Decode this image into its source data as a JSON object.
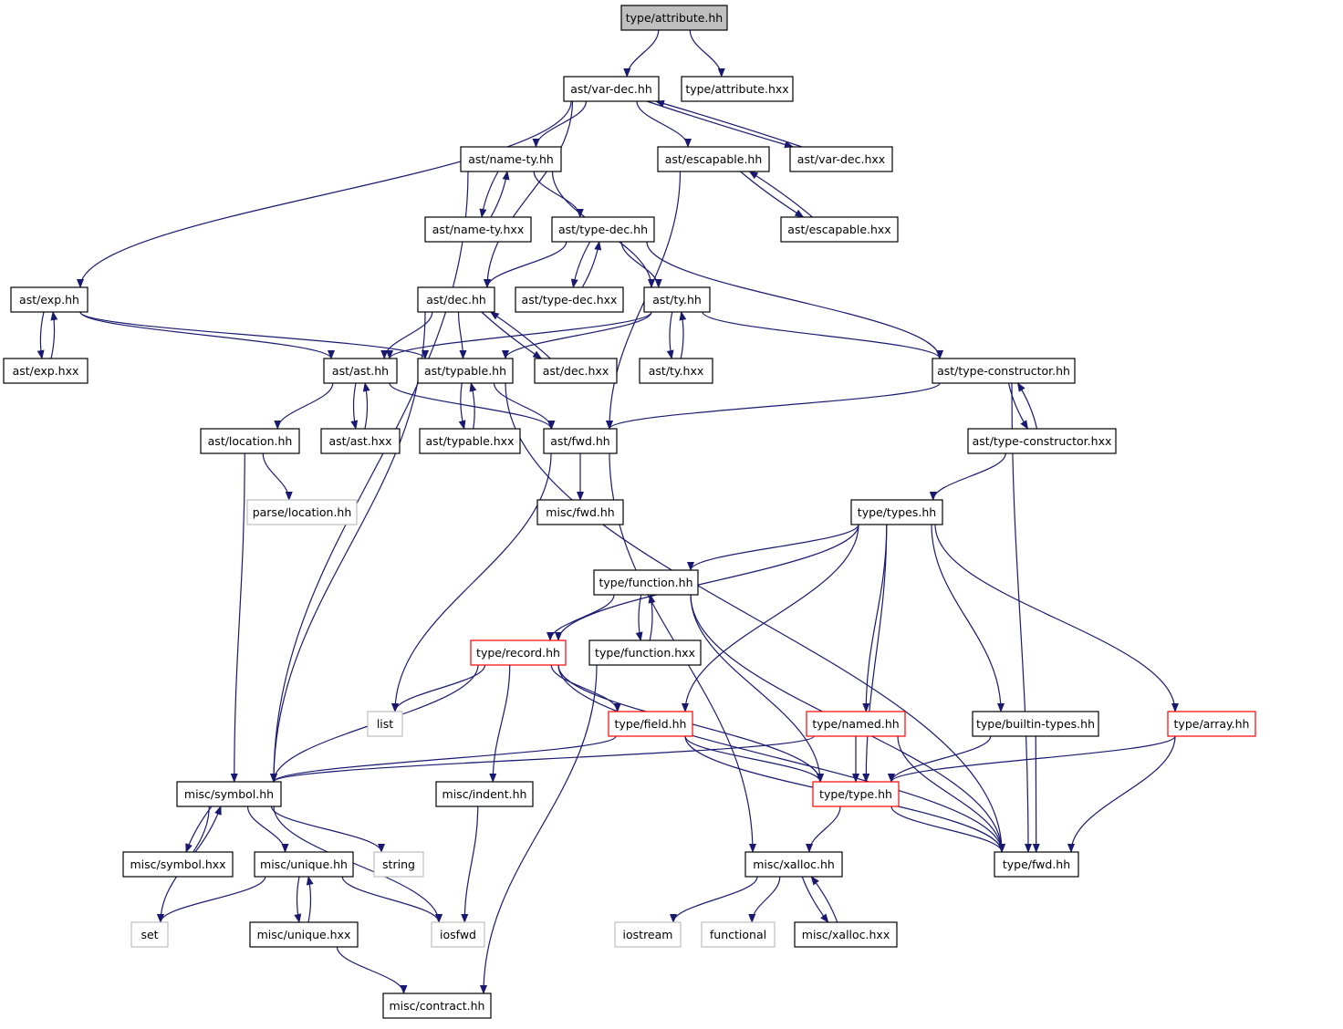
{
  "title": "type/attribute.hh",
  "colors": {
    "edge": "#191970",
    "normal_border": "#000000",
    "external_border": "#bfbfbf",
    "truncated_border": "#ff0000",
    "root_fill": "#bfbfbf",
    "node_fill": "#ffffff"
  },
  "nodes": [
    {
      "id": "type_attribute_hh",
      "label": "type/attribute.hh",
      "kind": "root"
    },
    {
      "id": "ast_var_dec_hh",
      "label": "ast/var-dec.hh",
      "kind": "normal"
    },
    {
      "id": "type_attribute_hxx",
      "label": "type/attribute.hxx",
      "kind": "normal"
    },
    {
      "id": "ast_name_ty_hh",
      "label": "ast/name-ty.hh",
      "kind": "normal"
    },
    {
      "id": "ast_escapable_hh",
      "label": "ast/escapable.hh",
      "kind": "normal"
    },
    {
      "id": "ast_var_dec_hxx",
      "label": "ast/var-dec.hxx",
      "kind": "normal"
    },
    {
      "id": "ast_name_ty_hxx",
      "label": "ast/name-ty.hxx",
      "kind": "normal"
    },
    {
      "id": "ast_type_dec_hh",
      "label": "ast/type-dec.hh",
      "kind": "normal"
    },
    {
      "id": "ast_escapable_hxx",
      "label": "ast/escapable.hxx",
      "kind": "normal"
    },
    {
      "id": "ast_exp_hh",
      "label": "ast/exp.hh",
      "kind": "normal"
    },
    {
      "id": "ast_dec_hh",
      "label": "ast/dec.hh",
      "kind": "normal"
    },
    {
      "id": "ast_type_dec_hxx",
      "label": "ast/type-dec.hxx",
      "kind": "normal"
    },
    {
      "id": "ast_ty_hh",
      "label": "ast/ty.hh",
      "kind": "normal"
    },
    {
      "id": "ast_exp_hxx",
      "label": "ast/exp.hxx",
      "kind": "normal"
    },
    {
      "id": "ast_ast_hh",
      "label": "ast/ast.hh",
      "kind": "normal"
    },
    {
      "id": "ast_typable_hh",
      "label": "ast/typable.hh",
      "kind": "normal"
    },
    {
      "id": "ast_dec_hxx",
      "label": "ast/dec.hxx",
      "kind": "normal"
    },
    {
      "id": "ast_ty_hxx",
      "label": "ast/ty.hxx",
      "kind": "normal"
    },
    {
      "id": "ast_type_constructor_hh",
      "label": "ast/type-constructor.hh",
      "kind": "normal"
    },
    {
      "id": "ast_location_hh",
      "label": "ast/location.hh",
      "kind": "normal"
    },
    {
      "id": "ast_ast_hxx",
      "label": "ast/ast.hxx",
      "kind": "normal"
    },
    {
      "id": "ast_typable_hxx",
      "label": "ast/typable.hxx",
      "kind": "normal"
    },
    {
      "id": "ast_fwd_hh",
      "label": "ast/fwd.hh",
      "kind": "normal"
    },
    {
      "id": "ast_type_constructor_hxx",
      "label": "ast/type-constructor.hxx",
      "kind": "normal"
    },
    {
      "id": "parse_location_hh",
      "label": "parse/location.hh",
      "kind": "external"
    },
    {
      "id": "misc_fwd_hh",
      "label": "misc/fwd.hh",
      "kind": "normal"
    },
    {
      "id": "type_types_hh",
      "label": "type/types.hh",
      "kind": "normal"
    },
    {
      "id": "type_function_hh",
      "label": "type/function.hh",
      "kind": "normal"
    },
    {
      "id": "type_record_hh",
      "label": "type/record.hh",
      "kind": "truncated"
    },
    {
      "id": "type_function_hxx",
      "label": "type/function.hxx",
      "kind": "normal"
    },
    {
      "id": "list",
      "label": "list",
      "kind": "external"
    },
    {
      "id": "type_field_hh",
      "label": "type/field.hh",
      "kind": "truncated"
    },
    {
      "id": "type_named_hh",
      "label": "type/named.hh",
      "kind": "truncated"
    },
    {
      "id": "type_builtin_types_hh",
      "label": "type/builtin-types.hh",
      "kind": "normal"
    },
    {
      "id": "type_array_hh",
      "label": "type/array.hh",
      "kind": "truncated"
    },
    {
      "id": "misc_symbol_hh",
      "label": "misc/symbol.hh",
      "kind": "normal"
    },
    {
      "id": "misc_indent_hh",
      "label": "misc/indent.hh",
      "kind": "normal"
    },
    {
      "id": "type_type_hh",
      "label": "type/type.hh",
      "kind": "truncated"
    },
    {
      "id": "misc_symbol_hxx",
      "label": "misc/symbol.hxx",
      "kind": "normal"
    },
    {
      "id": "misc_unique_hh",
      "label": "misc/unique.hh",
      "kind": "normal"
    },
    {
      "id": "string",
      "label": "string",
      "kind": "external"
    },
    {
      "id": "misc_xalloc_hh",
      "label": "misc/xalloc.hh",
      "kind": "normal"
    },
    {
      "id": "type_fwd_hh",
      "label": "type/fwd.hh",
      "kind": "normal"
    },
    {
      "id": "set",
      "label": "set",
      "kind": "external"
    },
    {
      "id": "misc_unique_hxx",
      "label": "misc/unique.hxx",
      "kind": "normal"
    },
    {
      "id": "iosfwd",
      "label": "iosfwd",
      "kind": "external"
    },
    {
      "id": "iostream",
      "label": "iostream",
      "kind": "external"
    },
    {
      "id": "functional",
      "label": "functional",
      "kind": "external"
    },
    {
      "id": "misc_xalloc_hxx",
      "label": "misc/xalloc.hxx",
      "kind": "normal"
    },
    {
      "id": "misc_contract_hh",
      "label": "misc/contract.hh",
      "kind": "normal"
    }
  ],
  "edges": [
    [
      "type_attribute_hh",
      "ast_var_dec_hh"
    ],
    [
      "type_attribute_hh",
      "type_attribute_hxx"
    ],
    [
      "ast_var_dec_hh",
      "ast_exp_hh"
    ],
    [
      "ast_var_dec_hh",
      "ast_name_ty_hh"
    ],
    [
      "ast_var_dec_hh",
      "ast_dec_hh"
    ],
    [
      "ast_var_dec_hh",
      "ast_escapable_hh"
    ],
    [
      "ast_var_dec_hh",
      "ast_var_dec_hxx"
    ],
    [
      "ast_var_dec_hxx",
      "ast_var_dec_hh"
    ],
    [
      "ast_name_ty_hh",
      "misc_symbol_hh"
    ],
    [
      "ast_name_ty_hh",
      "ast_name_ty_hxx"
    ],
    [
      "ast_name_ty_hh",
      "ast_type_dec_hh"
    ],
    [
      "ast_name_ty_hh",
      "ast_ty_hh"
    ],
    [
      "ast_name_ty_hxx",
      "ast_name_ty_hh"
    ],
    [
      "ast_escapable_hh",
      "ast_fwd_hh"
    ],
    [
      "ast_escapable_hh",
      "ast_escapable_hxx"
    ],
    [
      "ast_escapable_hxx",
      "ast_escapable_hh"
    ],
    [
      "ast_type_dec_hh",
      "ast_dec_hh"
    ],
    [
      "ast_type_dec_hh",
      "ast_type_dec_hxx"
    ],
    [
      "ast_type_dec_hh",
      "ast_ty_hh"
    ],
    [
      "ast_type_dec_hh",
      "ast_type_constructor_hh"
    ],
    [
      "ast_type_dec_hxx",
      "ast_type_dec_hh"
    ],
    [
      "ast_exp_hh",
      "ast_exp_hxx"
    ],
    [
      "ast_exp_hh",
      "ast_ast_hh"
    ],
    [
      "ast_exp_hh",
      "ast_typable_hh"
    ],
    [
      "ast_exp_hxx",
      "ast_exp_hh"
    ],
    [
      "ast_dec_hh",
      "misc_symbol_hh"
    ],
    [
      "ast_dec_hh",
      "ast_ast_hh"
    ],
    [
      "ast_dec_hh",
      "ast_typable_hh"
    ],
    [
      "ast_dec_hh",
      "ast_dec_hxx"
    ],
    [
      "ast_dec_hxx",
      "ast_dec_hh"
    ],
    [
      "ast_ty_hh",
      "ast_ast_hh"
    ],
    [
      "ast_ty_hh",
      "ast_typable_hh"
    ],
    [
      "ast_ty_hh",
      "ast_ty_hxx"
    ],
    [
      "ast_ty_hh",
      "ast_type_constructor_hh"
    ],
    [
      "ast_ty_hxx",
      "ast_ty_hh"
    ],
    [
      "ast_ast_hh",
      "ast_location_hh"
    ],
    [
      "ast_ast_hh",
      "ast_ast_hxx"
    ],
    [
      "ast_ast_hh",
      "ast_fwd_hh"
    ],
    [
      "ast_ast_hxx",
      "ast_ast_hh"
    ],
    [
      "ast_typable_hh",
      "ast_typable_hxx"
    ],
    [
      "ast_typable_hh",
      "ast_fwd_hh"
    ],
    [
      "ast_typable_hh",
      "type_fwd_hh"
    ],
    [
      "ast_typable_hxx",
      "ast_typable_hh"
    ],
    [
      "ast_type_constructor_hh",
      "ast_fwd_hh"
    ],
    [
      "ast_type_constructor_hh",
      "ast_type_constructor_hxx"
    ],
    [
      "ast_type_constructor_hh",
      "type_fwd_hh"
    ],
    [
      "ast_type_constructor_hxx",
      "ast_type_constructor_hh"
    ],
    [
      "ast_type_constructor_hxx",
      "type_types_hh"
    ],
    [
      "ast_location_hh",
      "parse_location_hh"
    ],
    [
      "ast_location_hh",
      "misc_symbol_hh"
    ],
    [
      "ast_fwd_hh",
      "misc_fwd_hh"
    ],
    [
      "ast_fwd_hh",
      "list"
    ],
    [
      "ast_fwd_hh",
      "misc_xalloc_hh"
    ],
    [
      "type_types_hh",
      "type_function_hh"
    ],
    [
      "type_types_hh",
      "type_record_hh"
    ],
    [
      "type_types_hh",
      "type_field_hh"
    ],
    [
      "type_types_hh",
      "type_named_hh"
    ],
    [
      "type_types_hh",
      "type_type_hh"
    ],
    [
      "type_types_hh",
      "type_builtin_types_hh"
    ],
    [
      "type_types_hh",
      "type_array_hh"
    ],
    [
      "type_function_hh",
      "type_record_hh"
    ],
    [
      "type_function_hh",
      "type_function_hxx"
    ],
    [
      "type_function_hh",
      "type_type_hh"
    ],
    [
      "type_function_hh",
      "type_fwd_hh"
    ],
    [
      "type_function_hxx",
      "type_function_hh"
    ],
    [
      "type_function_hxx",
      "misc_contract_hh"
    ],
    [
      "type_record_hh",
      "list"
    ],
    [
      "type_record_hh",
      "misc_symbol_hh"
    ],
    [
      "type_record_hh",
      "misc_indent_hh"
    ],
    [
      "type_record_hh",
      "type_field_hh"
    ],
    [
      "type_record_hh",
      "type_type_hh"
    ],
    [
      "type_record_hh",
      "type_fwd_hh"
    ],
    [
      "type_field_hh",
      "misc_symbol_hh"
    ],
    [
      "type_field_hh",
      "type_type_hh"
    ],
    [
      "type_field_hh",
      "type_fwd_hh"
    ],
    [
      "type_named_hh",
      "misc_symbol_hh"
    ],
    [
      "type_named_hh",
      "type_type_hh"
    ],
    [
      "type_named_hh",
      "type_fwd_hh"
    ],
    [
      "type_builtin_types_hh",
      "type_type_hh"
    ],
    [
      "type_builtin_types_hh",
      "type_fwd_hh"
    ],
    [
      "type_array_hh",
      "type_type_hh"
    ],
    [
      "type_array_hh",
      "type_fwd_hh"
    ],
    [
      "type_type_hh",
      "misc_xalloc_hh"
    ],
    [
      "type_type_hh",
      "type_fwd_hh"
    ],
    [
      "misc_symbol_hh",
      "set"
    ],
    [
      "misc_symbol_hh",
      "misc_symbol_hxx"
    ],
    [
      "misc_symbol_hh",
      "misc_unique_hh"
    ],
    [
      "misc_symbol_hh",
      "string"
    ],
    [
      "misc_symbol_hh",
      "iosfwd"
    ],
    [
      "misc_symbol_hxx",
      "misc_symbol_hh"
    ],
    [
      "misc_unique_hh",
      "set"
    ],
    [
      "misc_unique_hh",
      "misc_unique_hxx"
    ],
    [
      "misc_unique_hh",
      "iosfwd"
    ],
    [
      "misc_unique_hxx",
      "misc_unique_hh"
    ],
    [
      "misc_unique_hxx",
      "misc_contract_hh"
    ],
    [
      "misc_indent_hh",
      "iosfwd"
    ],
    [
      "misc_xalloc_hh",
      "iostream"
    ],
    [
      "misc_xalloc_hh",
      "functional"
    ],
    [
      "misc_xalloc_hh",
      "misc_xalloc_hxx"
    ],
    [
      "misc_xalloc_hxx",
      "misc_xalloc_hh"
    ]
  ]
}
